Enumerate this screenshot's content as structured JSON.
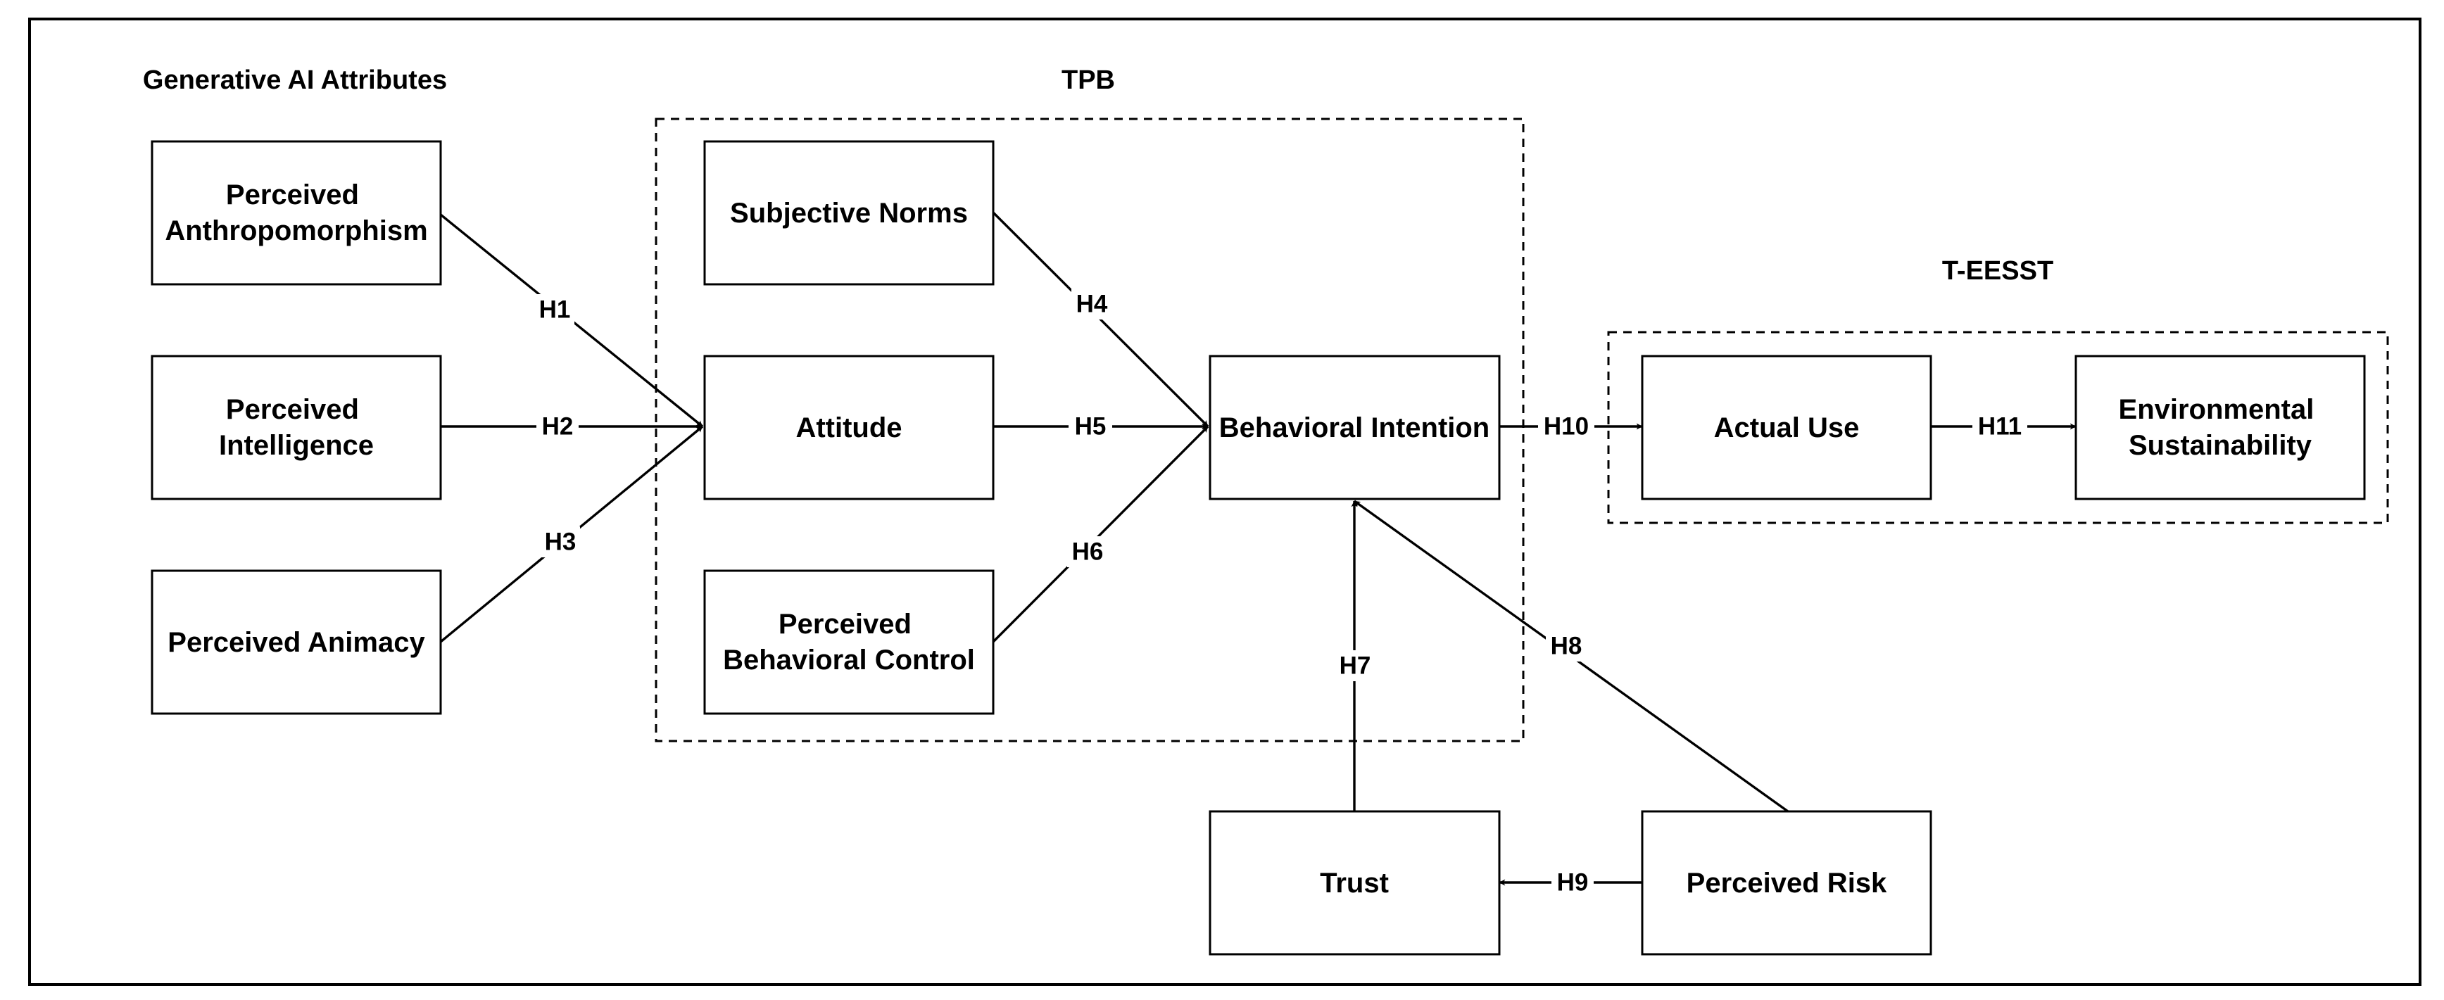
{
  "groups": {
    "genai": {
      "title": "Generative AI Attributes"
    },
    "tpb": {
      "title": "TPB"
    },
    "teesst": {
      "title": "T-EESST"
    }
  },
  "nodes": {
    "anthro": {
      "lines": [
        "Perceived",
        "Anthropomorphism"
      ]
    },
    "intel": {
      "lines": [
        "Perceived",
        "Intelligence"
      ]
    },
    "animacy": {
      "lines": [
        "Perceived Animacy"
      ]
    },
    "norms": {
      "lines": [
        "Subjective Norms"
      ]
    },
    "attitude": {
      "lines": [
        "Attitude"
      ]
    },
    "pbc": {
      "lines": [
        "Perceived",
        "Behavioral Control"
      ]
    },
    "bi": {
      "lines": [
        "Behavioral Intention"
      ]
    },
    "trust": {
      "lines": [
        "Trust"
      ]
    },
    "risk": {
      "lines": [
        "Perceived Risk"
      ]
    },
    "use": {
      "lines": [
        "Actual Use"
      ]
    },
    "env": {
      "lines": [
        "Environmental",
        "Sustainability"
      ]
    }
  },
  "edges": {
    "h1": {
      "label": "H1"
    },
    "h2": {
      "label": "H2"
    },
    "h3": {
      "label": "H3"
    },
    "h4": {
      "label": "H4"
    },
    "h5": {
      "label": "H5"
    },
    "h6": {
      "label": "H6"
    },
    "h7": {
      "label": "H7"
    },
    "h8": {
      "label": "H8"
    },
    "h9": {
      "label": "H9"
    },
    "h10": {
      "label": "H10"
    },
    "h11": {
      "label": "H11"
    }
  },
  "colors": {
    "ink": "#000000",
    "background": "#ffffff"
  }
}
